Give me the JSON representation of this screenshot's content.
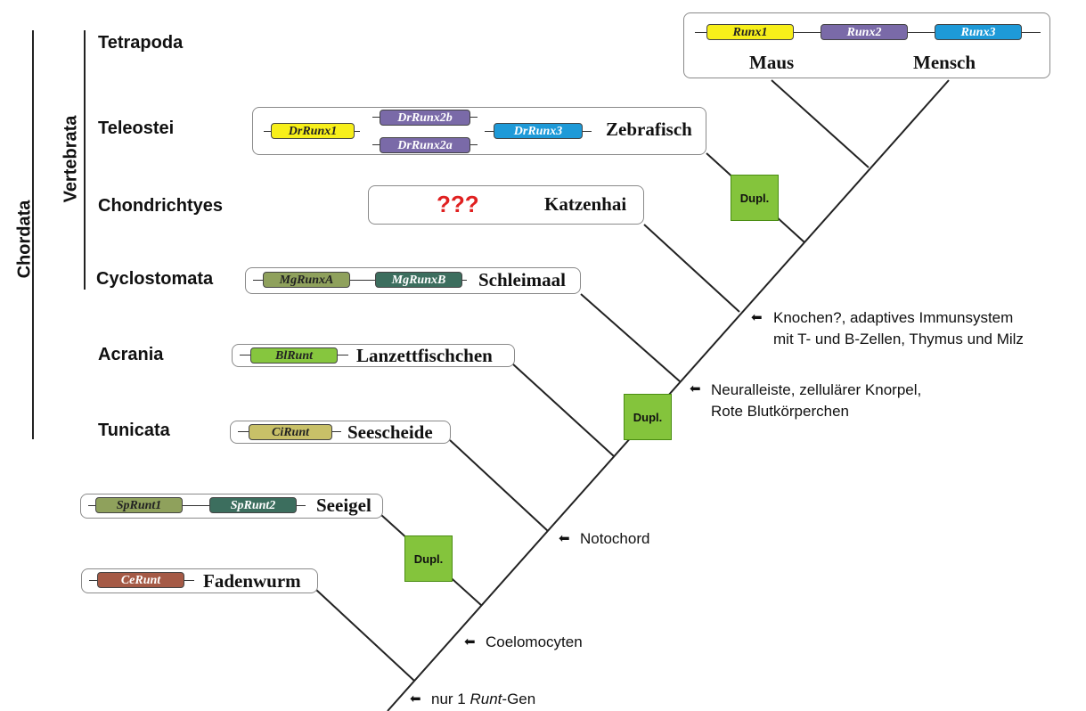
{
  "colors": {
    "yellow": "#f7ef1a",
    "purple": "#7a6aa8",
    "blue": "#1e9ad8",
    "olive_green": "#8fa15c",
    "dark_teal": "#3c6e5e",
    "green": "#86c63e",
    "khaki": "#c8c068",
    "brown": "#a55a46",
    "dupl_green": "#84c43c",
    "question_red": "#e02020"
  },
  "clades": {
    "chordata": "Chordata",
    "vertebrata": "Vertebrata"
  },
  "taxa": {
    "tetrapoda": "Tetrapoda",
    "teleostei": "Teleostei",
    "chondrichtyes": "Chondrichtyes",
    "cyclostomata": "Cyclostomata",
    "acrania": "Acrania",
    "tunicata": "Tunicata"
  },
  "species": {
    "maus": "Maus",
    "mensch": "Mensch",
    "zebrafisch": "Zebrafisch",
    "katzenhai": "Katzenhai",
    "schleimaal": "Schleimaal",
    "lanzettfischchen": "Lanzettfischchen",
    "seescheide": "Seescheide",
    "seeigel": "Seeigel",
    "fadenwurm": "Fadenwurm"
  },
  "genes": {
    "runx1": "Runx1",
    "runx2": "Runx2",
    "runx3": "Runx3",
    "drrunx1": "DrRunx1",
    "drrunx2b": "DrRunx2b",
    "drrunx2a": "DrRunx2a",
    "drrunx3": "DrRunx3",
    "mgrunxa": "MgRunxA",
    "mgrunxb": "MgRunxB",
    "blrunt": "BlRunt",
    "cirunt": "CiRunt",
    "sprunt1": "SpRunt1",
    "sprunt2": "SpRunt2",
    "cerunt": "CeRunt"
  },
  "unknown": "???",
  "dupl_label": "Dupl.",
  "arrow_icon": "left-arrow-icon",
  "notes": {
    "knochen_line1": "Knochen?, adaptives Immunsystem",
    "knochen_line2": "mit T- und B-Zellen, Thymus und Milz",
    "neural_line1": "Neuralleiste, zellulärer Knorpel,",
    "neural_line2": "Rote Blutkörperchen",
    "notochord": "Notochord",
    "coelomocyten": "Coelomocyten",
    "runt_prefix": "nur 1 ",
    "runt_italic": "Runt",
    "runt_suffix": "-Gen"
  }
}
